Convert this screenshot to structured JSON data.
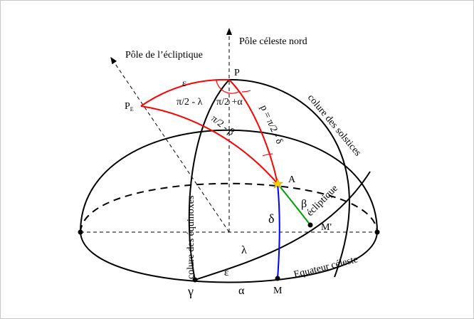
{
  "colors": {
    "background": "#ffffff",
    "lines": "#000000",
    "spherical_triangle": "#ff0000",
    "ecliptic_arc": "#00a000",
    "declination_arc": "#0000ff",
    "star": "#ffd200"
  },
  "labels": {
    "pole_celeste_nord": "Pôle céleste nord",
    "pole_ecliptique": "Pôle de l’écliptique",
    "P": "P",
    "PE_main": "P",
    "PE_sub": "E",
    "epsilon_top": "ε",
    "pi2_minus_lambda": "π/2 - λ",
    "pi2_plus_alpha": "π/2 +α",
    "pi2_minus_beta": "π/2 - β",
    "p_equals": "p = π/2 - δ",
    "colure_solstices": "colure des solstices",
    "A": "A",
    "ecliptique": "écliptique",
    "beta": "β",
    "delta": "δ",
    "M_prime": "M'",
    "colure_equinoxes": "colure des équinoxes",
    "lambda": "λ",
    "equateur": "Equateur céleste",
    "epsilon_bottom": "ε",
    "gamma": "γ",
    "alpha": "α",
    "M": "M"
  }
}
